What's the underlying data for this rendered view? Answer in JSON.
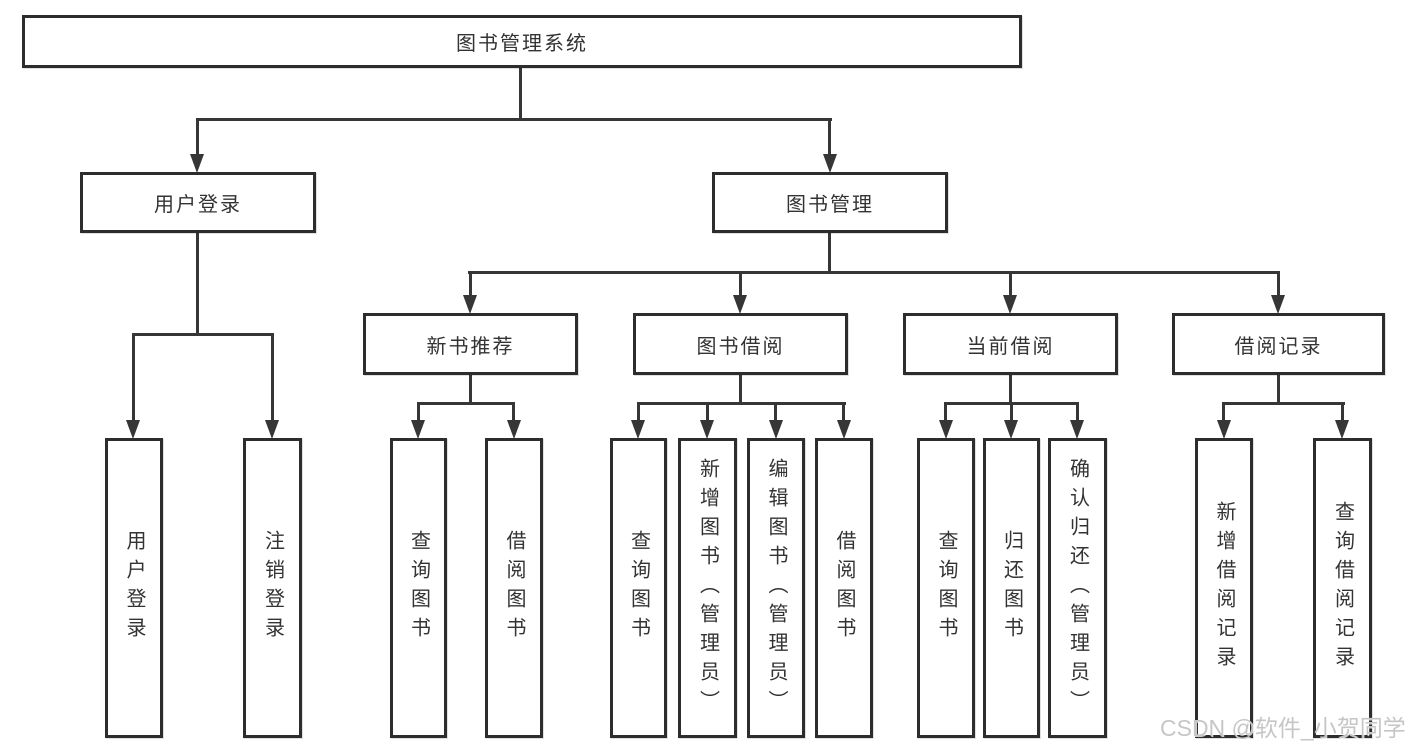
{
  "tree": {
    "root": "图书管理系统",
    "branches": [
      {
        "label": "用户登录",
        "children": [
          {
            "label": "用户登录"
          },
          {
            "label": "注销登录"
          }
        ]
      },
      {
        "label": "图书管理",
        "children": [
          {
            "label": "新书推荐",
            "children": [
              {
                "label": "查询图书"
              },
              {
                "label": "借阅图书"
              }
            ]
          },
          {
            "label": "图书借阅",
            "children": [
              {
                "label": "查询图书"
              },
              {
                "label": "新增图书（管理员）"
              },
              {
                "label": "编辑图书（管理员）"
              },
              {
                "label": "借阅图书"
              }
            ]
          },
          {
            "label": "当前借阅",
            "children": [
              {
                "label": "查询图书"
              },
              {
                "label": "归还图书"
              },
              {
                "label": "确认归还（管理员）"
              }
            ]
          },
          {
            "label": "借阅记录",
            "children": [
              {
                "label": "新增借阅记录"
              },
              {
                "label": "查询借阅记录"
              }
            ]
          }
        ]
      }
    ]
  },
  "watermark": {
    "text": "CSDN @软件_小贺同学"
  },
  "colors": {
    "line": "#363636",
    "border": "#2d2d2d",
    "text": "#333333",
    "watermark": "#c6c6c6",
    "background": "#ffffff"
  }
}
